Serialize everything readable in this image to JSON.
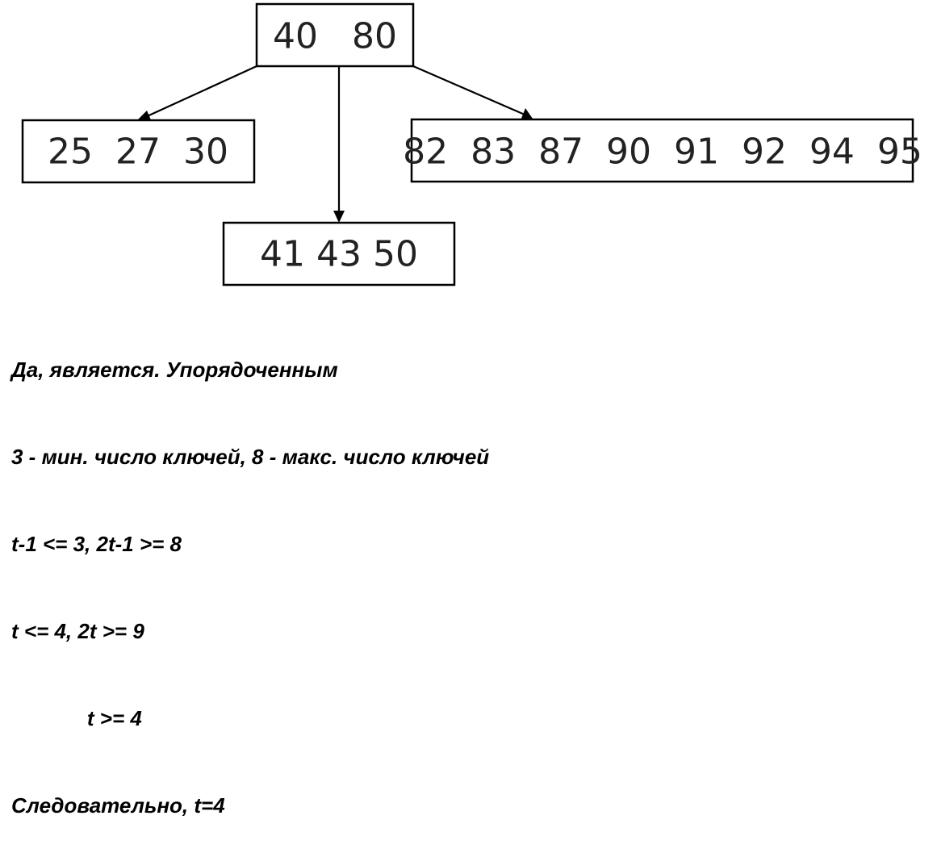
{
  "tree": {
    "root": {
      "label": "40   80"
    },
    "left_child": {
      "label": "25  27  30"
    },
    "middle_child": {
      "label": "41 43 50"
    },
    "right_child": {
      "label": "82  83  87  90  91  92  94  95"
    }
  },
  "notes": [
    "Да, является. Упорядоченным",
    "3 - мин. число ключей, 8 - макс. число ключей",
    "t-1 <= 3, 2t-1 >= 8",
    "t <= 4, 2t >= 9",
    "             t >= 4",
    "Следовательно, t=4"
  ]
}
